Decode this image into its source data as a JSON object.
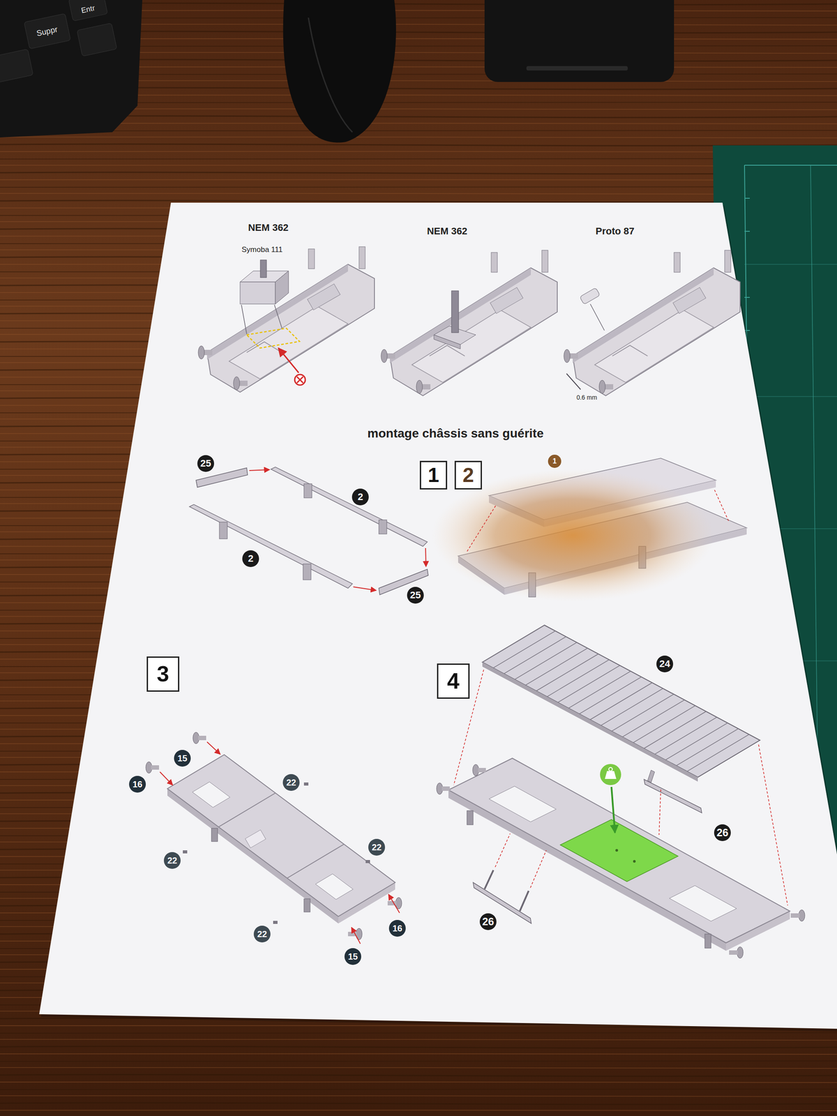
{
  "diagram": {
    "title": "montage châssis sans guérite",
    "nodes": [
      {
        "text": [
          "25"
        ]
      },
      {
        "text": [
          "2"
        ]
      },
      {
        "text": [
          "1"
        ]
      },
      {
        "text": [
          "2"
        ]
      },
      {
        "text": [
          "1"
        ]
      },
      {
        "text": [
          "2"
        ]
      },
      {
        "text": [
          "25"
        ]
      },
      {
        "text": [
          "3"
        ]
      },
      {
        "text": [
          "4"
        ]
      },
      {
        "text": [
          "24"
        ]
      },
      {
        "text": [
          "15"
        ]
      },
      {
        "text": [
          "16"
        ]
      },
      {
        "text": [
          "22"
        ]
      },
      {
        "text": [
          "22"
        ]
      },
      {
        "text": [
          "26"
        ]
      },
      {
        "text": [
          "22"
        ]
      },
      {
        "text": [
          "26"
        ]
      },
      {
        "text": [
          "16"
        ]
      },
      {
        "text": [
          "22"
        ]
      },
      {
        "text": [
          "15"
        ]
      }
    ],
    "labels": [
      "Entr",
      "Suppr",
      "NEM 362",
      "NEM 362",
      "Proto 87",
      "Symoba 111",
      "0.6 mm"
    ]
  }
}
